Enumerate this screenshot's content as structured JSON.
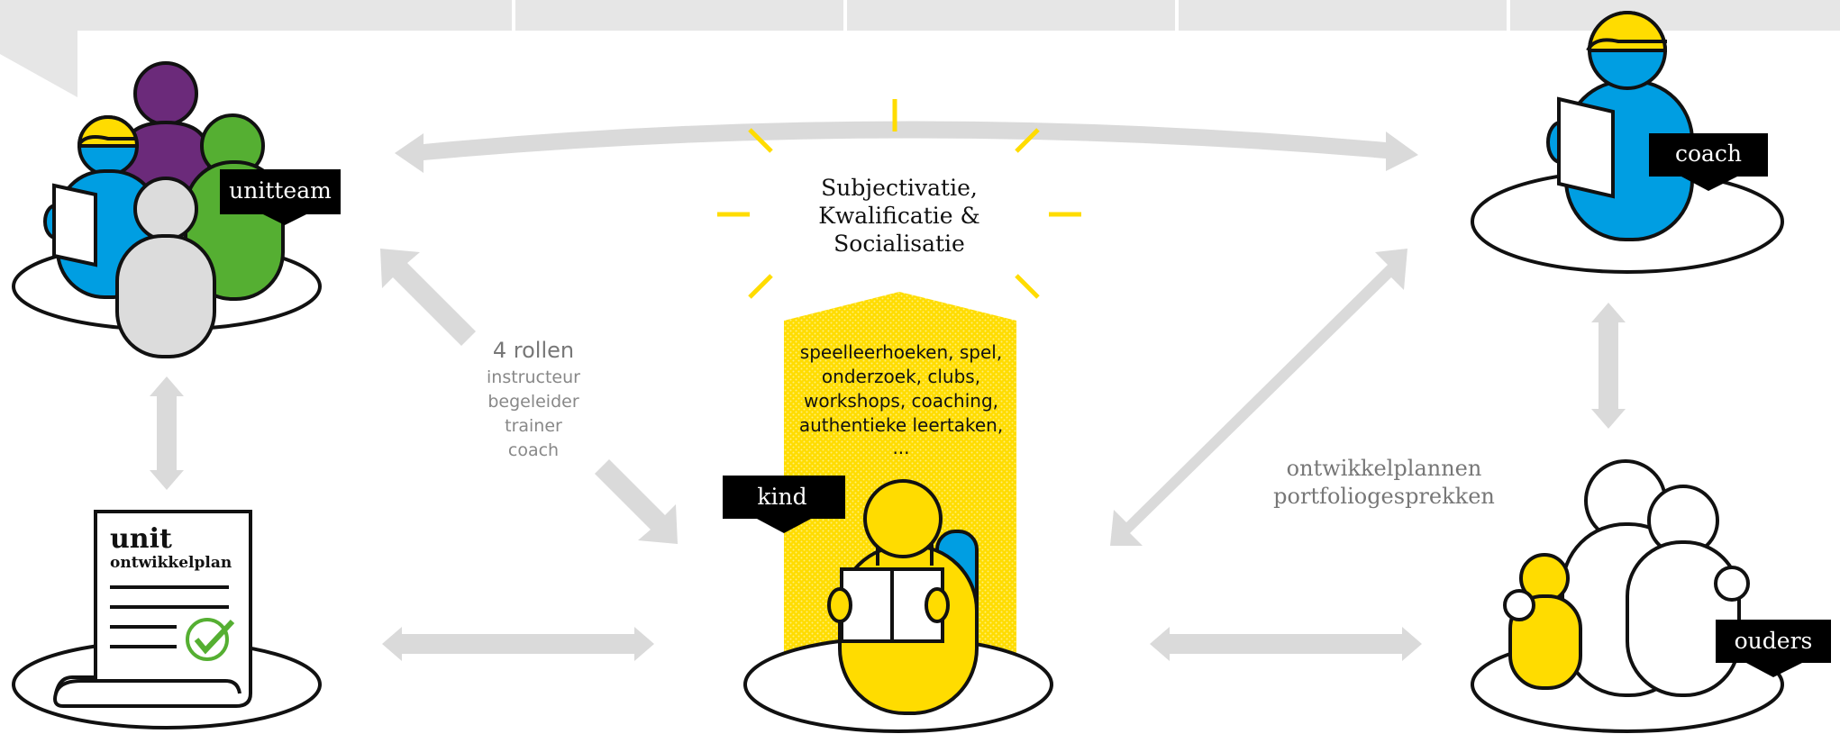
{
  "labels": {
    "unitteam": "unitteam",
    "coach": "coach",
    "kind": "kind",
    "ouders": "ouders"
  },
  "center": {
    "title_lines": [
      "Subjectivatie,",
      "Kwalificatie &",
      "Socialisatie"
    ],
    "activity_lines": [
      "speelleerhoeken, spel,",
      "onderzoek, clubs,",
      "workshops, coaching,",
      "authentieke leertaken,",
      "..."
    ]
  },
  "roles": {
    "title": "4 rollen",
    "items": [
      "instructeur",
      "begeleider",
      "trainer",
      "coach"
    ]
  },
  "document": {
    "title": "unit",
    "subtitle": "ontwikkelplan"
  },
  "right_caption": [
    "ontwikkelplannen",
    "portfoliogesprekken"
  ],
  "colors": {
    "yellow": "#FFDC00",
    "blue": "#009EE2",
    "purple": "#6B2A7A",
    "green": "#55AF32",
    "gray": "#DCDCDC",
    "arrow": "#DADADA",
    "check": "#55AF32"
  }
}
